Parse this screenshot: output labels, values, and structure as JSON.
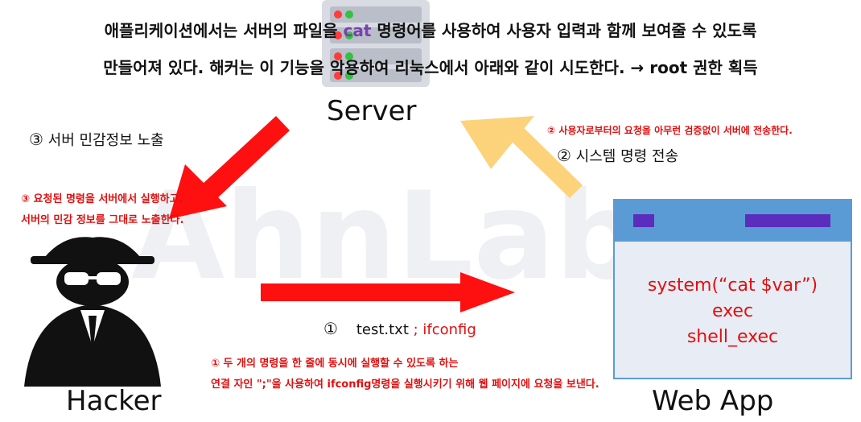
{
  "intro": {
    "line1_a": "애플리케이션에서는 서버의 파일을 ",
    "line1_cmd": "cat",
    "line1_b": " 명령어를 사용하여 사용자 입력과 함께 보여줄 수 있도록",
    "line2": "만들어져 있다. 해커는 이 기능을 악용하여 리눅스에서 아래와 같이 시도한다.",
    "line2_arrow": "→",
    "line2_result": "root 권한 획득"
  },
  "nodes": {
    "server": "Server",
    "hacker": "Hacker",
    "webapp": "Web App"
  },
  "watermark": "AhnLab",
  "steps": {
    "step1": {
      "num": "①",
      "label_a": "test.txt ",
      "label_b": "; ifconfig",
      "note_line1": "① 두 개의 명령을 한 줄에 동시에 실행할 수 있도록 하는",
      "note_line2": "연결 자인 \";\"을 사용하여 ifconfig명령을 실행시키기 위해 웹 페이지에 요청을 보낸다."
    },
    "step2": {
      "num": "②",
      "label": "시스템 명령 전송",
      "note": "② 사용자로부터의 요청을 아무런 검증없이 서버에 전송한다."
    },
    "step3": {
      "num": "③",
      "label": "서버 민감정보 노출",
      "note_line1": "③ 요청된 명령을 서버에서 실행하고,",
      "note_line2": "서버의 민감 정보를 그대로 노출한다."
    }
  },
  "webapp_code": [
    "system(“cat $var”)",
    "exec",
    "shell_exec"
  ],
  "colors": {
    "red_arrow": "#ff1010",
    "yellow_arrow": "#fcd37a",
    "browser_frame": "#5b9bd5",
    "browser_bar": "#5b2dbd",
    "browser_body": "#e8ecf4",
    "server_light_red": "#ff3b3b",
    "server_light_green": "#35c040",
    "note_red": "#e01010"
  }
}
